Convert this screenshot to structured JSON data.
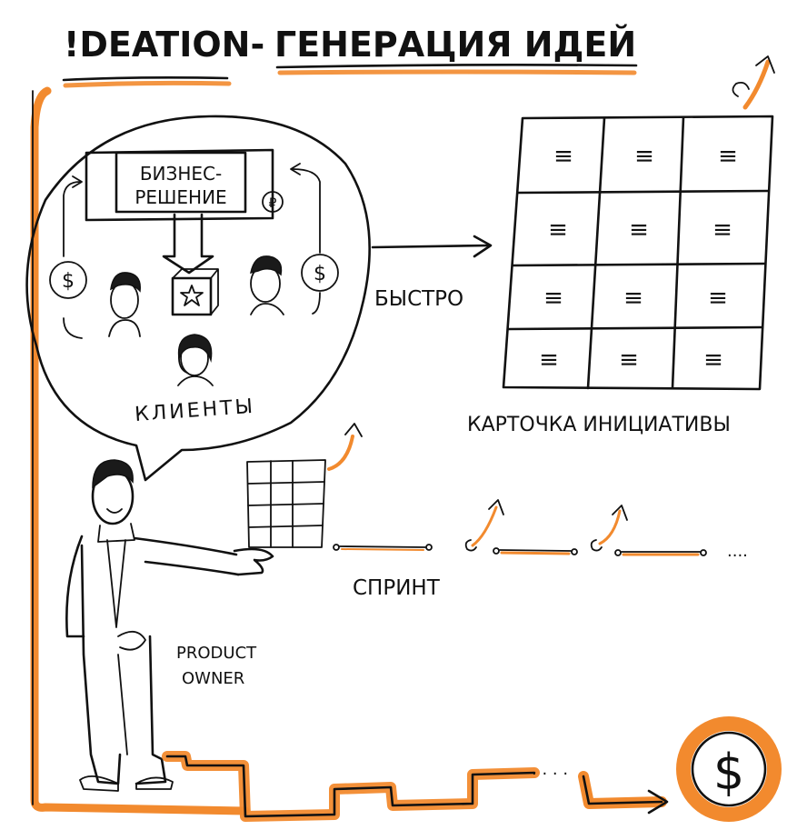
{
  "title": {
    "left": "!DEATION-",
    "right": "ГЕНЕРАЦИЯ ИДЕЙ"
  },
  "bubble": {
    "decision_line1": "БИЗНЕС-",
    "decision_line2": "РЕШЕНИЕ",
    "currency_ruble": "₽",
    "currency_dollar": "$",
    "clients_label": "КЛИЕНТЫ"
  },
  "arrow_label": "БЫСТРО",
  "initiative_card": {
    "label": "КАРТОЧКА ИНИЦИАТИВЫ",
    "cell_glyph": "≡"
  },
  "sprint_label": "СПРИНТ",
  "sprint_ellipsis": "....",
  "role": {
    "line1": "PRODUCT",
    "line2": "OWNER"
  },
  "stairs_ellipsis": ". . . .",
  "money_symbol": "$",
  "colors": {
    "ink": "#111111",
    "accent": "#F28A2E",
    "background": "#FFFFFF"
  }
}
